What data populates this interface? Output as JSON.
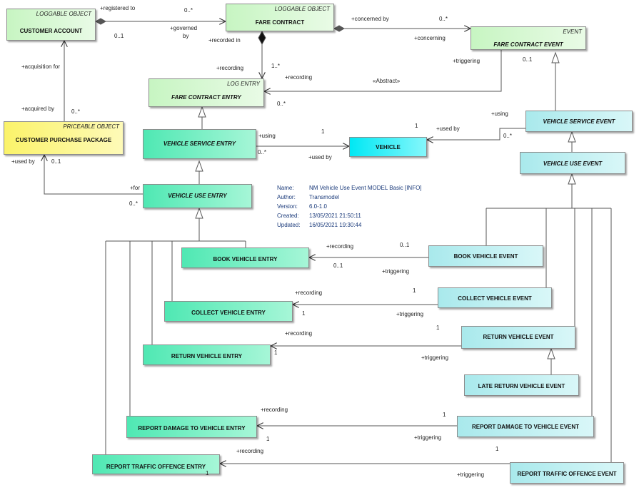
{
  "info": {
    "name_label": "Name:",
    "name": "NM Vehicle Use Event MODEL Basic [INFO]",
    "author_label": "Author:",
    "author": "Transmodel",
    "version_label": "Version:",
    "version": "6.0-1.0",
    "created_label": "Created:",
    "created": "13/05/2021 21:50:11",
    "updated_label": "Updated:",
    "updated": "16/05/2021 19:30:44"
  },
  "boxes": {
    "customer_account": {
      "stereotype": "LOGGABLE OBJECT",
      "name": "CUSTOMER ACCOUNT"
    },
    "fare_contract": {
      "stereotype": "LOGGABLE OBJECT",
      "name": "FARE CONTRACT"
    },
    "fare_contract_event": {
      "stereotype": "EVENT",
      "name": "FARE CONTRACT EVENT"
    },
    "fare_contract_entry": {
      "stereotype": "LOG ENTRY",
      "name": "FARE CONTRACT ENTRY"
    },
    "customer_purchase_package": {
      "stereotype": "PRICEABLE OBJECT",
      "name": "CUSTOMER PURCHASE PACKAGE"
    },
    "vehicle_service_entry": {
      "name": "VEHICLE SERVICE ENTRY"
    },
    "vehicle": {
      "name": "VEHICLE"
    },
    "vehicle_service_event": {
      "name": "VEHICLE SERVICE EVENT"
    },
    "vehicle_use_event": {
      "name": "VEHICLE USE EVENT"
    },
    "vehicle_use_entry": {
      "name": "VEHICLE USE ENTRY"
    },
    "book_vehicle_entry": {
      "name": "BOOK VEHICLE ENTRY"
    },
    "book_vehicle_event": {
      "name": "BOOK VEHICLE EVENT"
    },
    "collect_vehicle_event": {
      "name": "COLLECT VEHICLE EVENT"
    },
    "collect_vehicle_entry": {
      "name": "COLLECT VEHICLE ENTRY"
    },
    "return_vehicle_event": {
      "name": "RETURN VEHICLE EVENT"
    },
    "return_vehicle_entry": {
      "name": "RETURN VEHICLE ENTRY"
    },
    "late_return_vehicle_event": {
      "name": "LATE RETURN VEHICLE EVENT"
    },
    "report_damage_event": {
      "name": "REPORT DAMAGE TO VEHICLE EVENT"
    },
    "report_damage_entry": {
      "name": "REPORT DAMAGE TO VEHICLE ENTRY"
    },
    "report_traffic_entry": {
      "name": "REPORT TRAFFIC OFFENCE ENTRY"
    },
    "report_traffic_event": {
      "name": "REPORT TRAFFIC OFFENCE EVENT"
    }
  },
  "labels": {
    "registered_to": "+registered to",
    "m_0star_a": "0..*",
    "m_01_a": "0..1",
    "governed_by": "+governed",
    "governed_by2": "by",
    "concerned_by": "+concerned by",
    "m_0star_b": "0..*",
    "concerning": "+concerning",
    "recorded_in": "+recorded in",
    "acquisition_for": "+acquisition for",
    "triggering_a": "+triggering",
    "m_01_b": "0..1",
    "recording_a": "+recording",
    "m_1star": "1..*",
    "recording_b": "+recording",
    "abstract": "«Abstract»",
    "m_0star_c": "0..*",
    "acquired_by": "+acquired by",
    "m_0star_d": "0..*",
    "using_a": "+using",
    "using_b": "+using",
    "m_1_a": "1",
    "m_1_b": "1",
    "used_by_a": "+used by",
    "m_0star_e": "0..*",
    "m_0star_f": "0..*",
    "used_by_b": "+used by",
    "used_by_c": "+used by",
    "m_01_c": "0..1",
    "for": "+for",
    "m_0star_g": "0..*",
    "recording_book": "+recording",
    "m_01_d": "0..1",
    "m_01_e": "0..1",
    "triggering_book": "+triggering",
    "recording_collect": "+recording",
    "m_1_c": "1",
    "m_1_d": "1",
    "triggering_collect": "+triggering",
    "recording_return": "+recording",
    "m_1_e": "1",
    "m_1_f": "1",
    "triggering_return": "+triggering",
    "recording_damage": "+recording",
    "m_1_g": "1",
    "m_1_h": "1",
    "triggering_damage": "+triggering",
    "recording_traffic": "+recording",
    "m_1_i": "1",
    "m_1_j": "1",
    "triggering_traffic": "+triggering"
  },
  "colors": {
    "green": "#d8f8d4",
    "yellow": "#fdf68f",
    "teal": "#66edbf",
    "cyan": "#00eef8",
    "light_cyan": "#bff0f2",
    "line": "#4d4d4d"
  }
}
